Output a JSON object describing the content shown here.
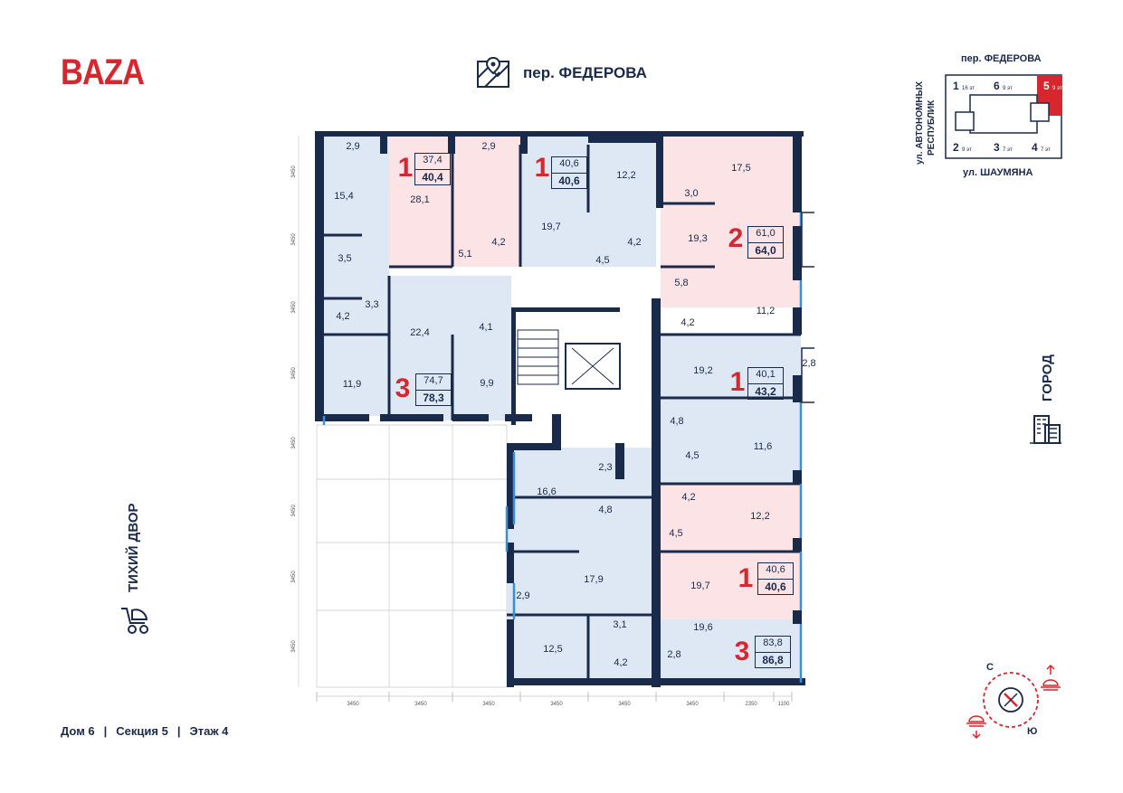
{
  "header": {
    "logo": "BAZA",
    "street_top": "пер. ФЕДЕРОВА"
  },
  "sides": {
    "left": "ТИХИЙ ДВОР",
    "right": "ГОРОД"
  },
  "footer": {
    "house": "Дом 6",
    "section": "Секция 5",
    "floor": "Этаж 4"
  },
  "key_plan": {
    "top_street": "пер. ФЕДЕРОВА",
    "bottom_street": "ул. ШАУМЯНА",
    "side_street_line1": "ул. АВТОНОМНЫХ",
    "side_street_line2": "РЕСПУБЛИК",
    "sections": [
      {
        "num": "1",
        "floors": "16 эт"
      },
      {
        "num": "6",
        "floors": "9 эт"
      },
      {
        "num": "5",
        "floors": "9 эт",
        "active": true
      },
      {
        "num": "2",
        "floors": "9 эт"
      },
      {
        "num": "3",
        "floors": "7 эт"
      },
      {
        "num": "4",
        "floors": "7 эт"
      }
    ]
  },
  "compass": {
    "south": "С",
    "north": "Ю"
  },
  "colors": {
    "accent": "#d7262e",
    "wall": "#1a2a4a",
    "room_blue": "#dde8f4",
    "room_pink": "#fbe3e6",
    "window": "#3b8fd6"
  },
  "apartments": [
    {
      "rooms": "1",
      "area_living": "37,4",
      "area_total": "40,4"
    },
    {
      "rooms": "1",
      "area_living": "40,6",
      "area_total": "40,6"
    },
    {
      "rooms": "2",
      "area_living": "61,0",
      "area_total": "64,0"
    },
    {
      "rooms": "3",
      "area_living": "74,7",
      "area_total": "78,3"
    },
    {
      "rooms": "1",
      "area_living": "40,1",
      "area_total": "43,2"
    },
    {
      "rooms": "1",
      "area_living": "40,6",
      "area_total": "40,6"
    },
    {
      "rooms": "3",
      "area_living": "83,8",
      "area_total": "86,8"
    }
  ],
  "rooms": [
    "2,9",
    "15,4",
    "28,1",
    "2,9",
    "12,2",
    "17,5",
    "3,0",
    "19,7",
    "5,1",
    "4,2",
    "4,2",
    "4,5",
    "19,3",
    "3,5",
    "3,3",
    "4,2",
    "22,4",
    "4,1",
    "5,8",
    "11,2",
    "4,2",
    "19,2",
    "2,8",
    "11,9",
    "9,9",
    "4,8",
    "4,5",
    "11,6",
    "2,3",
    "16,6",
    "4,8",
    "4,2",
    "12,2",
    "4,5",
    "17,9",
    "19,7",
    "2,9",
    "3,1",
    "19,6",
    "12,5",
    "4,2",
    "2,8"
  ],
  "dims_bottom": [
    "3450",
    "3450",
    "3450",
    "3450",
    "3450",
    "3450",
    "2350",
    "1100"
  ],
  "dims_left": [
    "3450",
    "3450",
    "3450",
    "3450",
    "3450",
    "3450",
    "3450",
    "3450"
  ]
}
